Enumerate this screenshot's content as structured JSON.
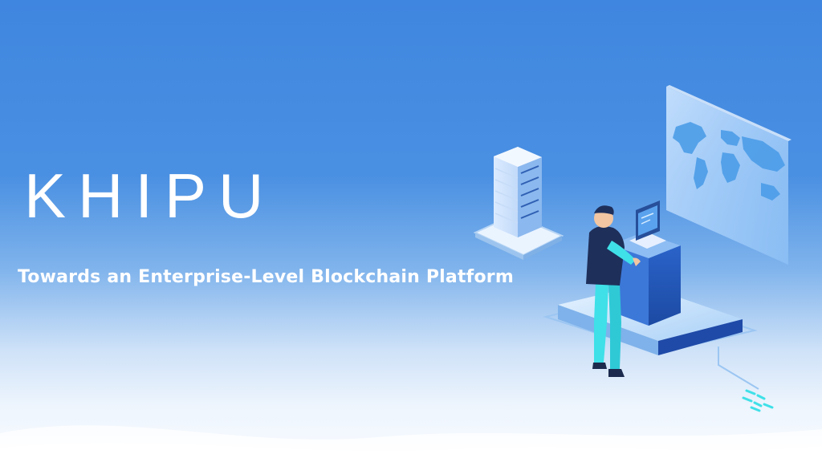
{
  "hero": {
    "title": "KHIPU",
    "subtitle": "Towards an Enterprise-Level Blockchain Platform"
  },
  "colors": {
    "background_top": "#3f86e0",
    "background_bottom": "#f8fbff",
    "text": "#ffffff",
    "accent_cyan": "#3fe0e8",
    "shirt_dark": "#1e2f5a"
  },
  "icons": [
    "server-rack-icon",
    "world-map-icon",
    "laptop-icon",
    "person-illustration",
    "data-dash-icon"
  ]
}
